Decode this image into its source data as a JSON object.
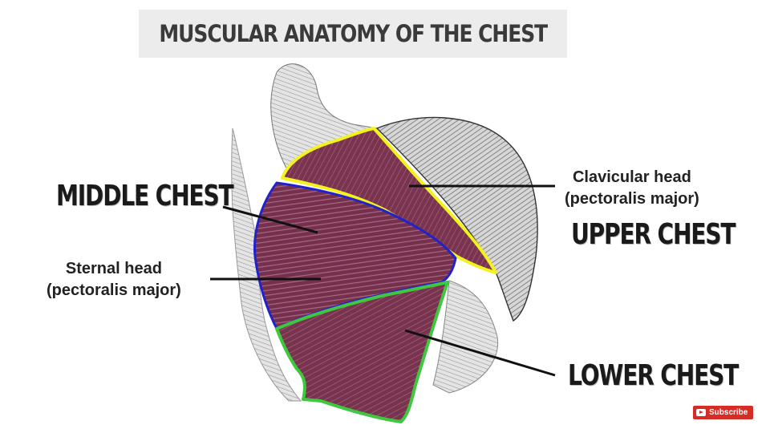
{
  "title": "MUSCULAR ANATOMY OF THE CHEST",
  "labels": {
    "middle_chest": "MIDDLE CHEST",
    "upper_chest": "UPPER CHEST",
    "lower_chest": "LOWER CHEST",
    "clavicular_line1": "Clavicular head",
    "clavicular_line2": "(pectoralis major)",
    "sternal_line1": "Sternal head",
    "sternal_line2": "(pectoralis major)"
  },
  "subscribe_label": "Subscribe",
  "colors": {
    "muscle": "#7c3550",
    "upper_outline": "#f2f21e",
    "middle_outline": "#2222cc",
    "lower_outline": "#3ec83e",
    "subscribe_bg": "#d62c26"
  }
}
